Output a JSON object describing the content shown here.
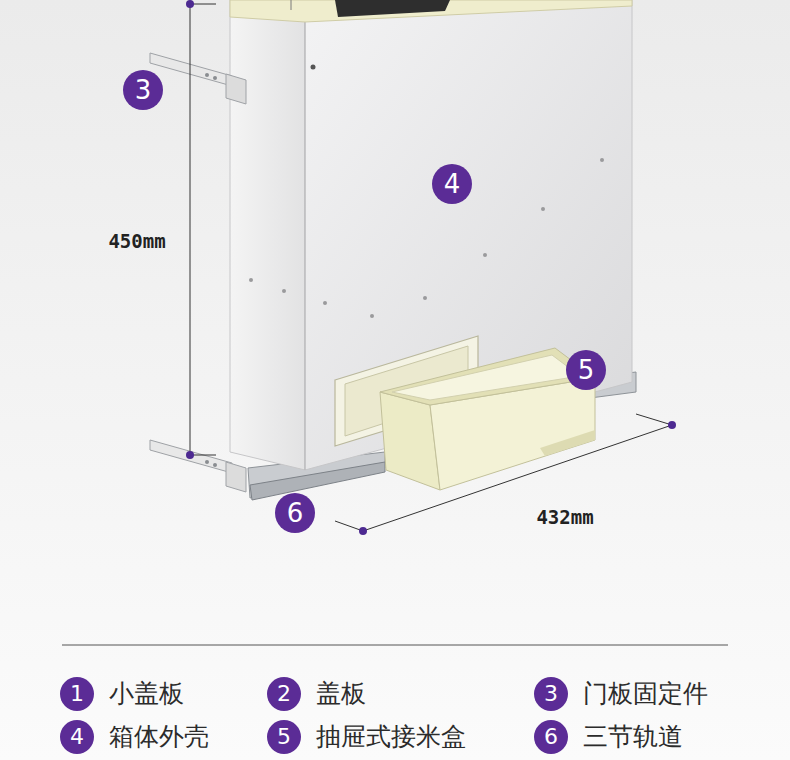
{
  "diagram": {
    "nodes": [
      {
        "text": [
          "3"
        ]
      },
      {
        "text": [
          "4"
        ]
      },
      {
        "text": [
          "5"
        ]
      },
      {
        "text": [
          "6"
        ]
      },
      {
        "text": [
          "1",
          "小盖板"
        ]
      },
      {
        "text": [
          "2",
          "盖板"
        ]
      },
      {
        "text": [
          "3",
          "门板固定件"
        ]
      },
      {
        "text": [
          "4",
          "箱体外壳"
        ]
      },
      {
        "text": [
          "5",
          "抽屉式接米盒"
        ]
      },
      {
        "text": [
          "6",
          "三节轨道"
        ]
      }
    ],
    "labels": [
      "450mm",
      "432mm"
    ]
  }
}
